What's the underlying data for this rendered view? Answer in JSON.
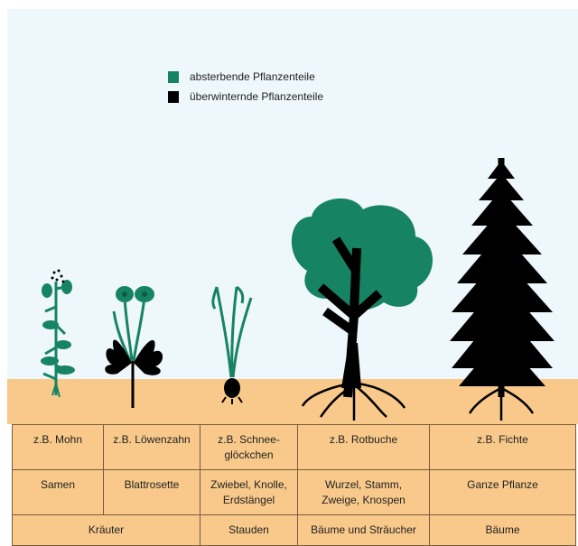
{
  "colors": {
    "dying": "#168463",
    "wintering": "#000000",
    "ground": "#f8c98a",
    "sky": "#eef7fc"
  },
  "legend": {
    "dying": "absterbende Pflanzenteile",
    "wintering": "überwinternde  Pflanzenteile"
  },
  "table": {
    "examples": [
      "z.B. Mohn",
      "z.B. Löwenzahn",
      "z.B. Schnee-\nglöckchen",
      "z.B. Rotbuche",
      "z.B. Fichte"
    ],
    "organs": [
      "Samen",
      "Blattrosette",
      "Zwiebel, Knolle,\nErdstängel",
      "Wurzel, Stamm,\nZweige, Knospen",
      "Ganze Pflanze"
    ],
    "groups": [
      "Kräuter",
      "Stauden",
      "Bäume und Sträucher",
      "Bäume"
    ]
  }
}
